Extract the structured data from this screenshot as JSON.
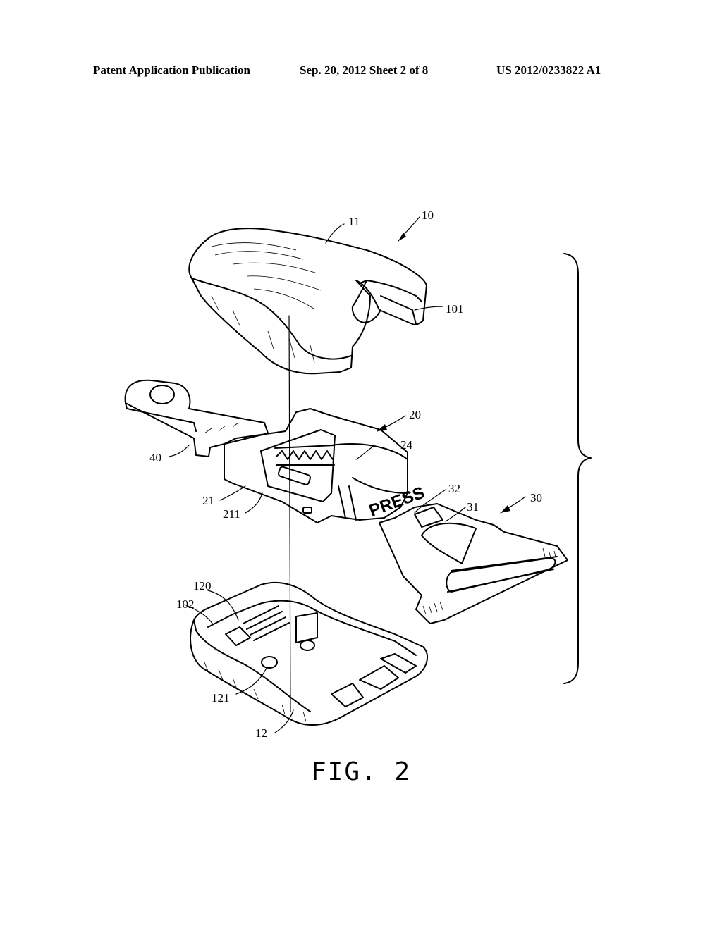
{
  "header": {
    "publication": "Patent Application Publication",
    "date_sheet": "Sep. 20, 2012   Sheet 2 of 8",
    "number": "US 2012/0233822 A1"
  },
  "figure": {
    "caption": "FIG. 2",
    "press_text": "PRESS",
    "labels": {
      "l10": "10",
      "l11": "11",
      "l101": "101",
      "l20": "20",
      "l24": "24",
      "l40": "40",
      "l21": "21",
      "l211": "211",
      "l32": "32",
      "l31": "31",
      "l30": "30",
      "l120": "120",
      "l102": "102",
      "l121": "121",
      "l12": "12"
    }
  }
}
